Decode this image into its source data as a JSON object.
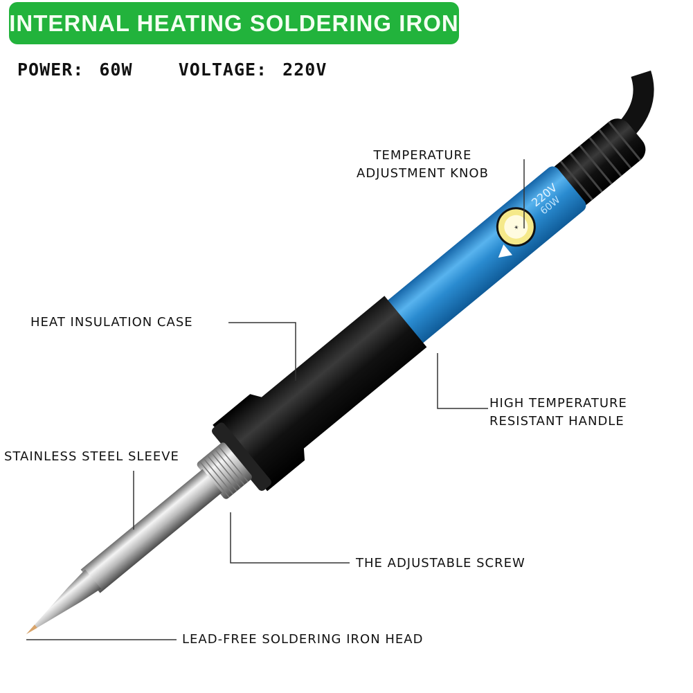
{
  "title": "INTERNAL HEATING SOLDERING IRON",
  "specs": {
    "power_label": "POWER:",
    "power_value": "60W",
    "voltage_label": "VOLTAGE:",
    "voltage_value": "220V"
  },
  "handle_print": {
    "voltage": "220V",
    "power": "60W"
  },
  "labels": {
    "temperature_knob_1": "TEMPERATURE",
    "temperature_knob_2": "ADJUSTMENT KNOB",
    "heat_insulation_case": "HEAT INSULATION CASE",
    "handle_1": "HIGH TEMPERATURE",
    "handle_2": "RESISTANT HANDLE",
    "stainless_sleeve": "STAINLESS STEEL SLEEVE",
    "adjustable_screw": "THE ADJUSTABLE SCREW",
    "iron_head": "LEAD-FREE SOLDERING IRON HEAD"
  },
  "colors": {
    "banner": "#22b33c",
    "handle": "#2f8fd4",
    "insulation": "#111111",
    "knob": "#f5e98a"
  }
}
